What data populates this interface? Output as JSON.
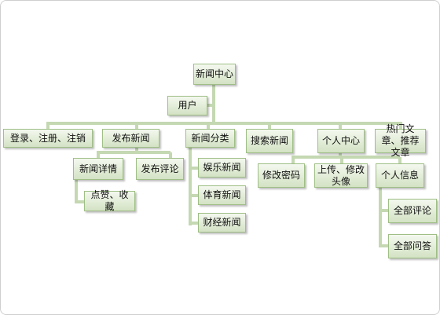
{
  "nodes": {
    "root": "新闻中心",
    "user": "用户",
    "login": "登录、注册、注销",
    "publish": "发布新闻",
    "category": "新闻分类",
    "search": "搜索新闻",
    "personal": "个人中心",
    "hot": "热门文章、推荐文章",
    "detail": "新闻详情",
    "comment": "发布评论",
    "like": "点赞、收藏",
    "ent": "娱乐新闻",
    "sports": "体育新闻",
    "finance": "财经新闻",
    "pwd": "修改密码",
    "avatar": "上传、修改头像",
    "info": "个人信息",
    "allcomments": "全部评论",
    "allqa": "全部问答"
  },
  "colors": {
    "connector": "#c4d8b2",
    "node_border": "#9fbf86",
    "node_fill": "#e2ecd7"
  }
}
